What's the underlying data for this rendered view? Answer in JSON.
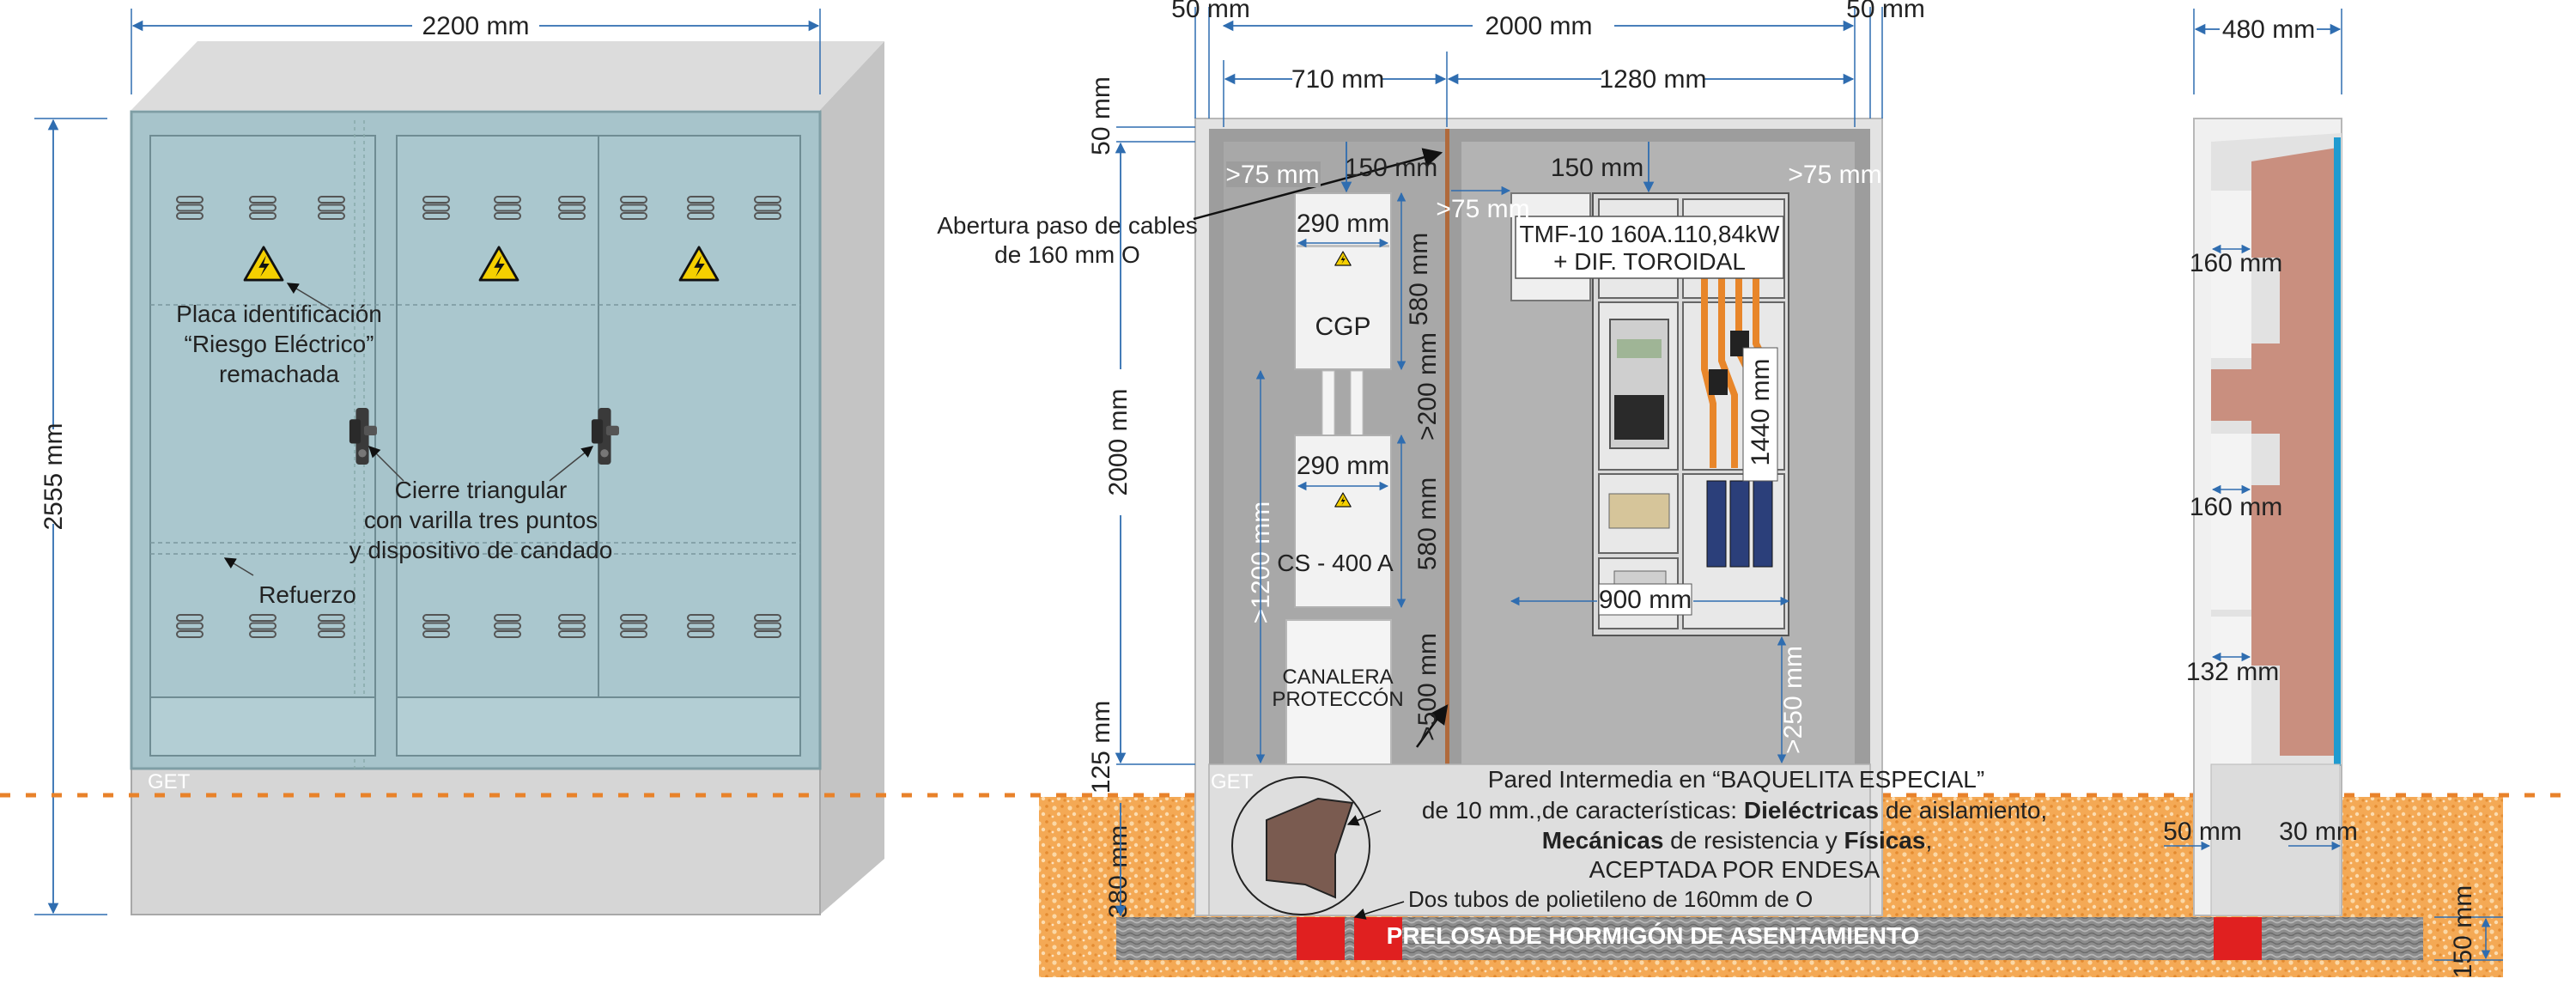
{
  "dims": {
    "front_width": "2200 mm",
    "front_height": "2555 mm",
    "left_margin": "50 mm",
    "inner_width": "2000 mm",
    "right_margin": "50 mm",
    "left_section": "710 mm",
    "right_section": "1280 mm",
    "top_gap": "50 mm",
    "left_clear": ">75 mm",
    "cgp_top_clear": "150 mm",
    "tmf_top_clear": "150 mm",
    "right_clear": ">75 mm",
    "tmf_left_clear": ">75 mm",
    "cgp_width": "290 mm",
    "cgp_height": "580 mm",
    "gap_200": ">200 mm",
    "inner_height": "2000 mm",
    "height_1200": ">1200 mm",
    "cs_width": "290 mm",
    "cs_height": "580 mm",
    "gap_500": ">500 mm",
    "tmf_height": "1440 mm",
    "tmf_width": "900 mm",
    "gap_250": ">250 mm",
    "base_125": "125 mm",
    "base_380": "380 mm",
    "side_width": "480 mm",
    "side_160a": "160 mm",
    "side_160b": "160 mm",
    "side_132": "132 mm",
    "side_50": "50 mm",
    "side_30": "30 mm",
    "slab_150": "150 mm"
  },
  "labels": {
    "placa_1": "Placa identificación",
    "placa_2": "“Riesgo Eléctrico”",
    "placa_3": "remachada",
    "cierre_1": "Cierre triangular",
    "cierre_2": "con varilla tres puntos",
    "cierre_3": "y dispositivo de candado",
    "refuerzo": "Refuerzo",
    "get_left": "GET",
    "get_center": "GET",
    "abertura_1": "Abertura paso de cables",
    "abertura_2": "de 160 mm O",
    "cgp": "CGP",
    "cs": "CS - 400 A",
    "canalera_1": "CANALERA",
    "canalera_2": "PROTECCÓN",
    "tmf_1": "TMF-10 160A.110,84kW",
    "tmf_2": "+ DIF. TOROIDAL",
    "pared_1": "Pared Intermedia en “BAQUELITA ESPECIAL”",
    "pared_2a": "de 10 mm.,de características: ",
    "pared_2b": "Dieléctricas",
    "pared_2c": " de aislamiento,",
    "pared_3a": "Mecánicas",
    "pared_3b": " de resistencia y ",
    "pared_3c": "Físicas",
    "pared_3d": ",",
    "pared_4": "ACEPTADA POR ENDESA",
    "tubos": "Dos tubos de polietileno de 160mm de O",
    "prelosa": "PRELOSA DE HORMIGÓN DE ASENTAMIENTO"
  },
  "colors": {
    "cabinet_teal": "#a7c4cb",
    "cabinet_grey": "#d6d6d6",
    "dimension_blue": "#2f6db0",
    "ground_orange": "#f2a24a",
    "ground_line": "#e8822a",
    "brick_red": "#c98f7f",
    "tube_red": "#e02020",
    "warning_yellow": "#f5d000"
  },
  "icons": [
    "warning-triangle-icon",
    "vent-slot-icon",
    "padlock-handle-icon"
  ]
}
